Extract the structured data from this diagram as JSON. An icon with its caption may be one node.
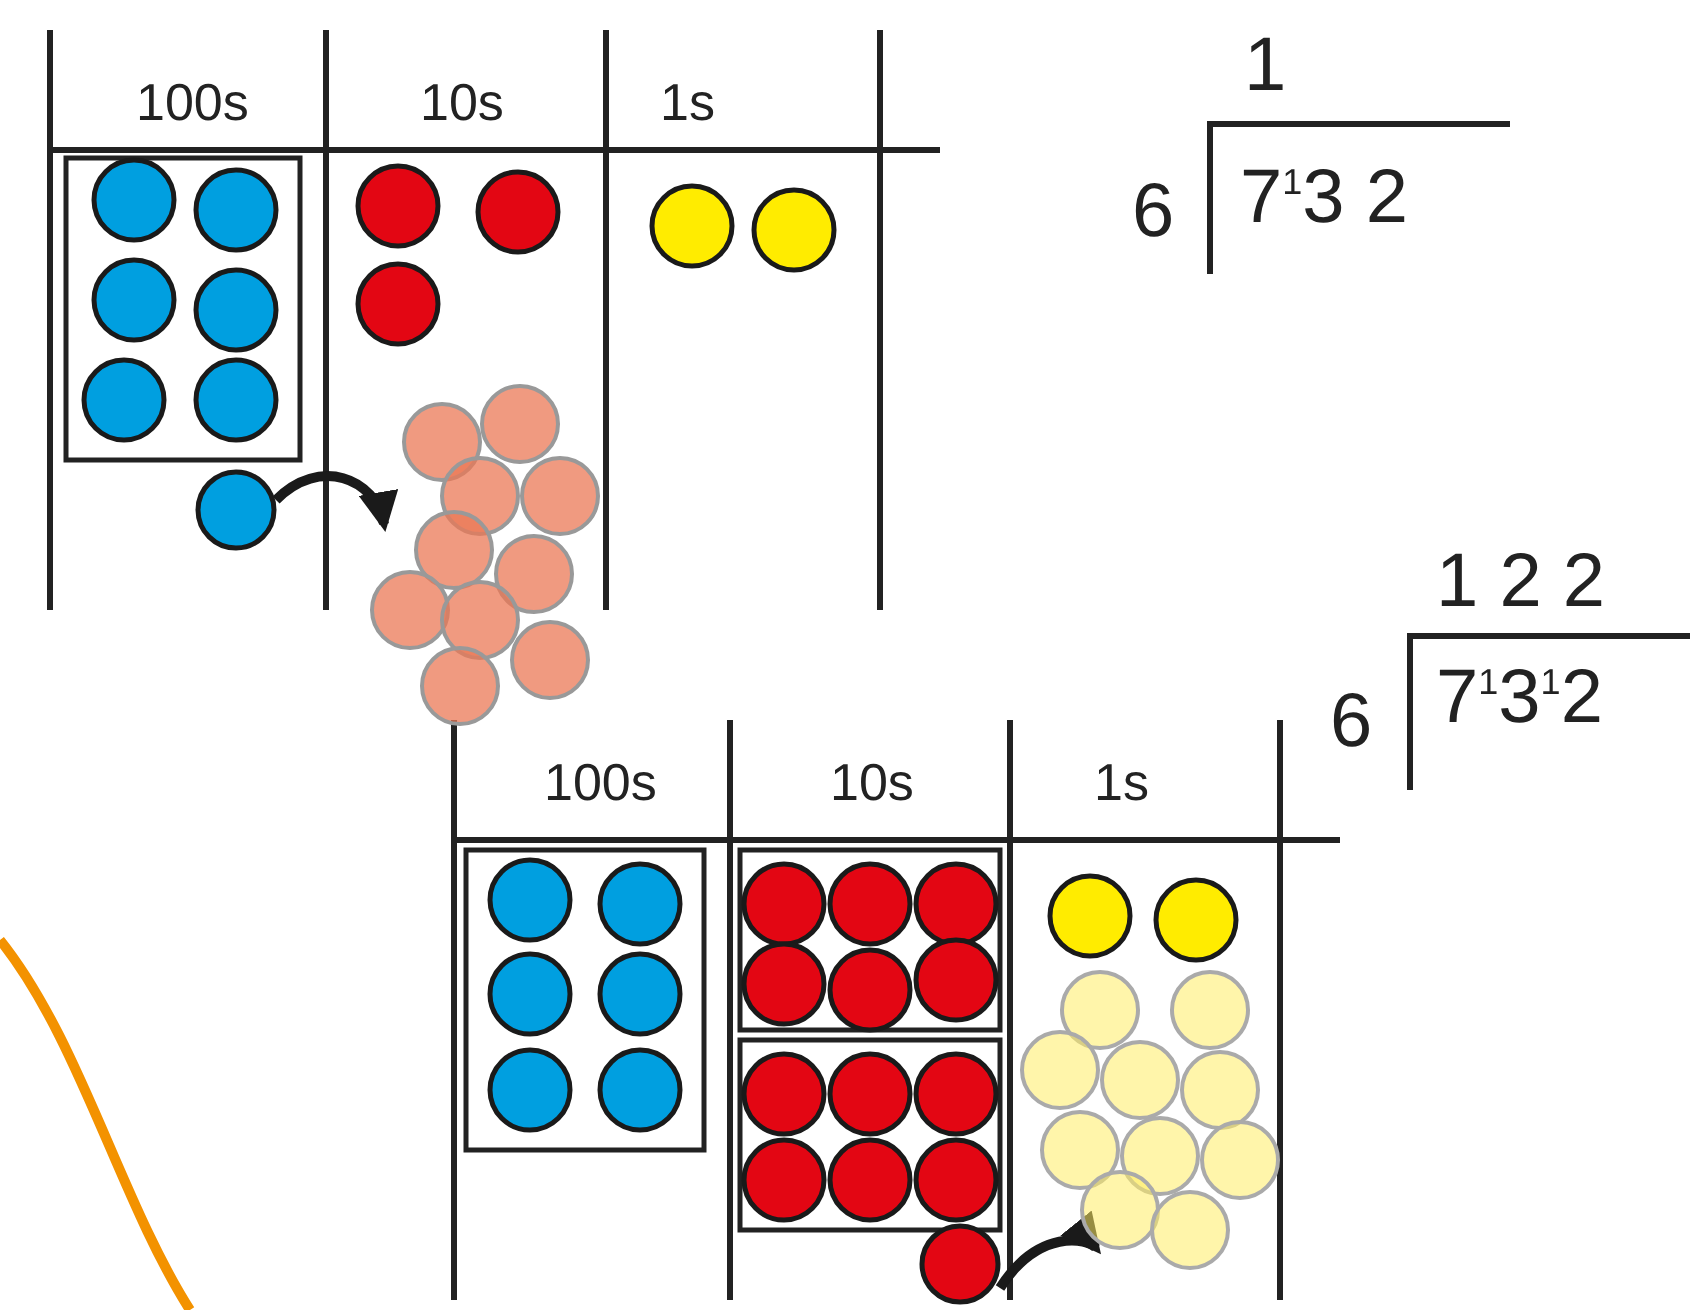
{
  "diagram": {
    "nodes": [
      {
        "text": [],
        "shape": "circle"
      },
      {
        "text": [],
        "shape": "circle"
      },
      {
        "text": [],
        "shape": "circle"
      },
      {
        "text": [],
        "shape": "circle"
      }
    ],
    "edges": [
      {
        "from": 0,
        "to": 1,
        "arrow": "to"
      },
      {
        "from": 2,
        "to": 3,
        "arrow": "to"
      }
    ],
    "labels": [
      "100s",
      "10s",
      "1s",
      "1",
      "6",
      "7$^{1}$3 2",
      "1 2 2",
      "6",
      "7$^{1}$3$^{1}$2",
      "100s",
      "10s",
      "1s"
    ]
  }
}
